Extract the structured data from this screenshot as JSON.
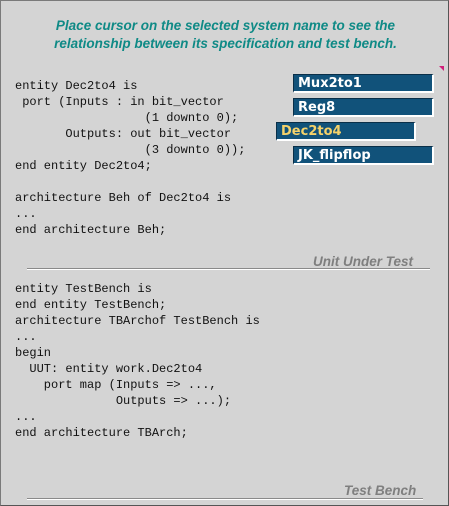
{
  "instruction": {
    "line1": "Place cursor on the selected system name to see the",
    "line2": "relationship between its specification and test bench."
  },
  "systems": [
    {
      "label": "Mux2to1",
      "selected": false
    },
    {
      "label": "Reg8",
      "selected": false
    },
    {
      "label": "Dec2to4",
      "selected": true
    },
    {
      "label": "JK_flipflop",
      "selected": false
    }
  ],
  "spec_code": [
    "entity Dec2to4 is",
    " port (Inputs : in bit_vector",
    "                  (1 downto 0);",
    "       Outputs: out bit_vector",
    "                  (3 downto 0));",
    "end entity Dec2to4;",
    "",
    "architecture Beh of Dec2to4 is",
    "...",
    "end architecture Beh;"
  ],
  "unit_under_test_label": "Unit Under Test",
  "testbench_code": [
    "entity TestBench is",
    "end entity TestBench;",
    "architecture TBArchof TestBench is",
    "...",
    "begin",
    "  UUT: entity work.Dec2to4",
    "    port map (Inputs => ...,",
    "              Outputs => ...);",
    "...",
    "end architecture TBArch;"
  ],
  "test_bench_label": "Test Bench",
  "colors": {
    "instruction": "#0f8a86",
    "button_bg": "#11527a",
    "button_text": "#ffffff",
    "selected_text": "#f5d26a",
    "section_label": "#7f7f7f",
    "background": "#d4d4d4"
  }
}
